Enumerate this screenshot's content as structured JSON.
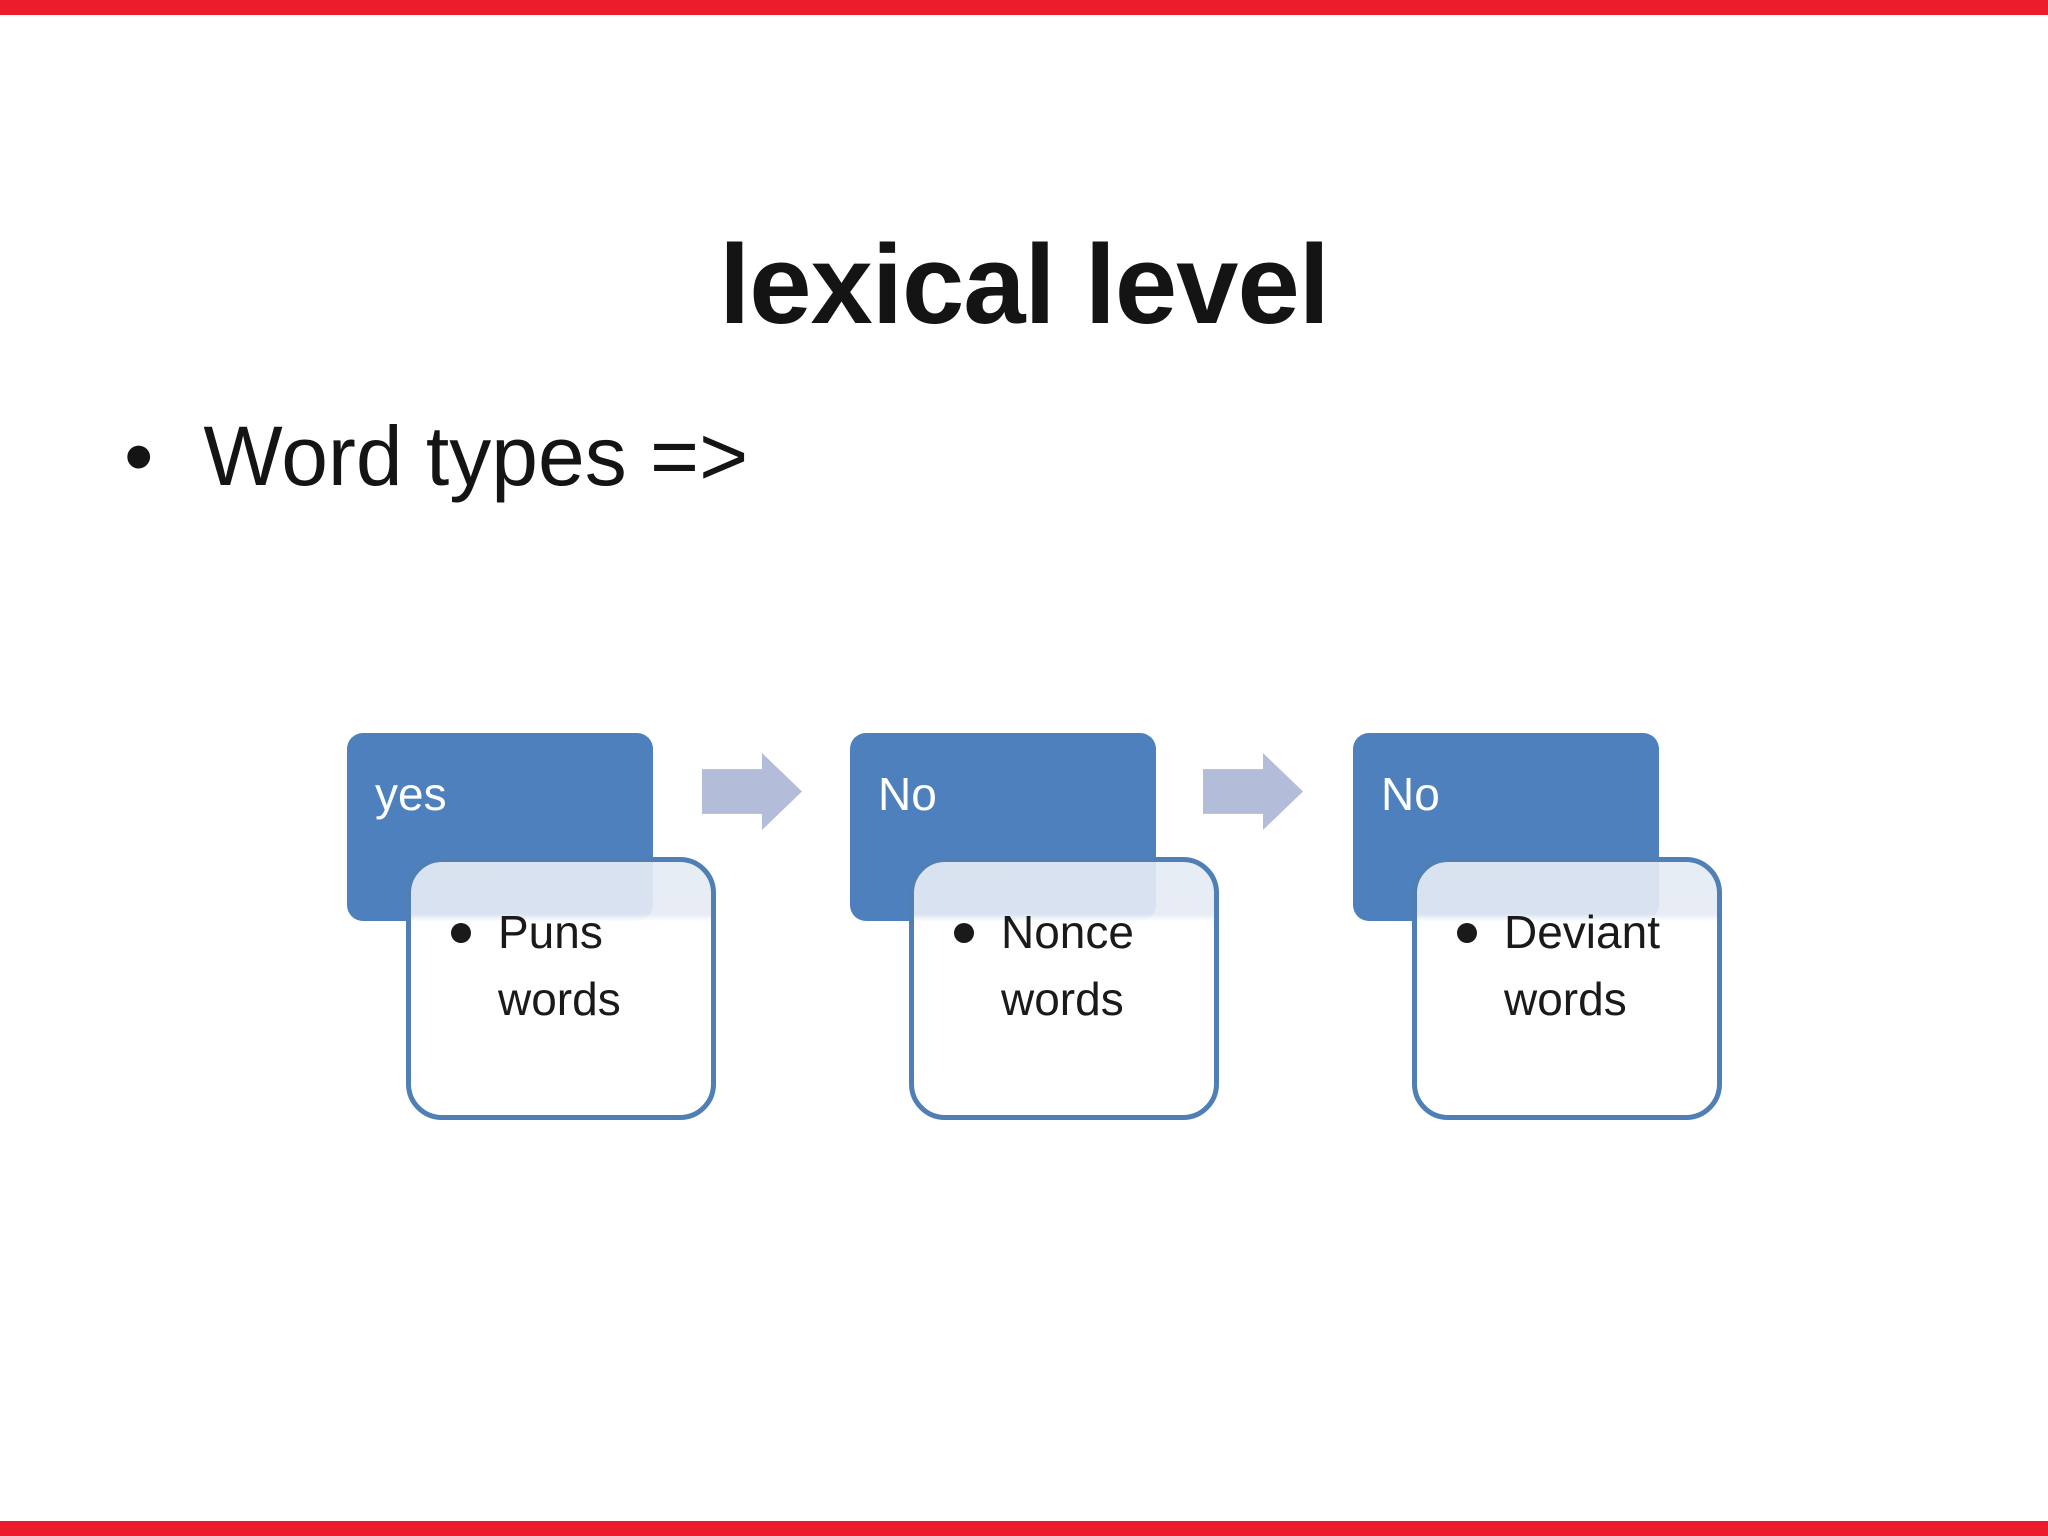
{
  "slide": {
    "title": "lexical level",
    "bullet_marker": "•",
    "bullet_text": "Word types =>"
  },
  "diagram": {
    "steps": [
      {
        "label": "yes",
        "item_line1": "Puns",
        "item_line2": "words"
      },
      {
        "label": "No",
        "item_line1": "Nonce",
        "item_line2": "words"
      },
      {
        "label": "No",
        "item_line1": "Deviant",
        "item_line2": "words"
      }
    ]
  },
  "colors": {
    "letterbox_red": "#ec1c2c",
    "label_box_blue": "#4d80bc",
    "content_box_border_blue": "#4f7fb5",
    "content_box_band": "#e5ebf4",
    "arrow_periwinkle": "#b3bdda",
    "text_dark": "#141414",
    "label_text_white": "#ffffff"
  }
}
